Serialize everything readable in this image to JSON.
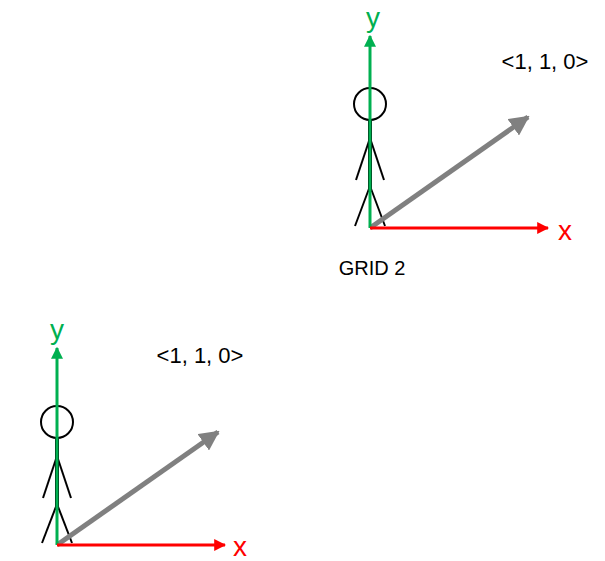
{
  "diagram": {
    "labels": [
      "y",
      "<1, 1, 0>",
      "x",
      "GRID 2",
      "y",
      "<1, 1, 0>",
      "x"
    ]
  }
}
